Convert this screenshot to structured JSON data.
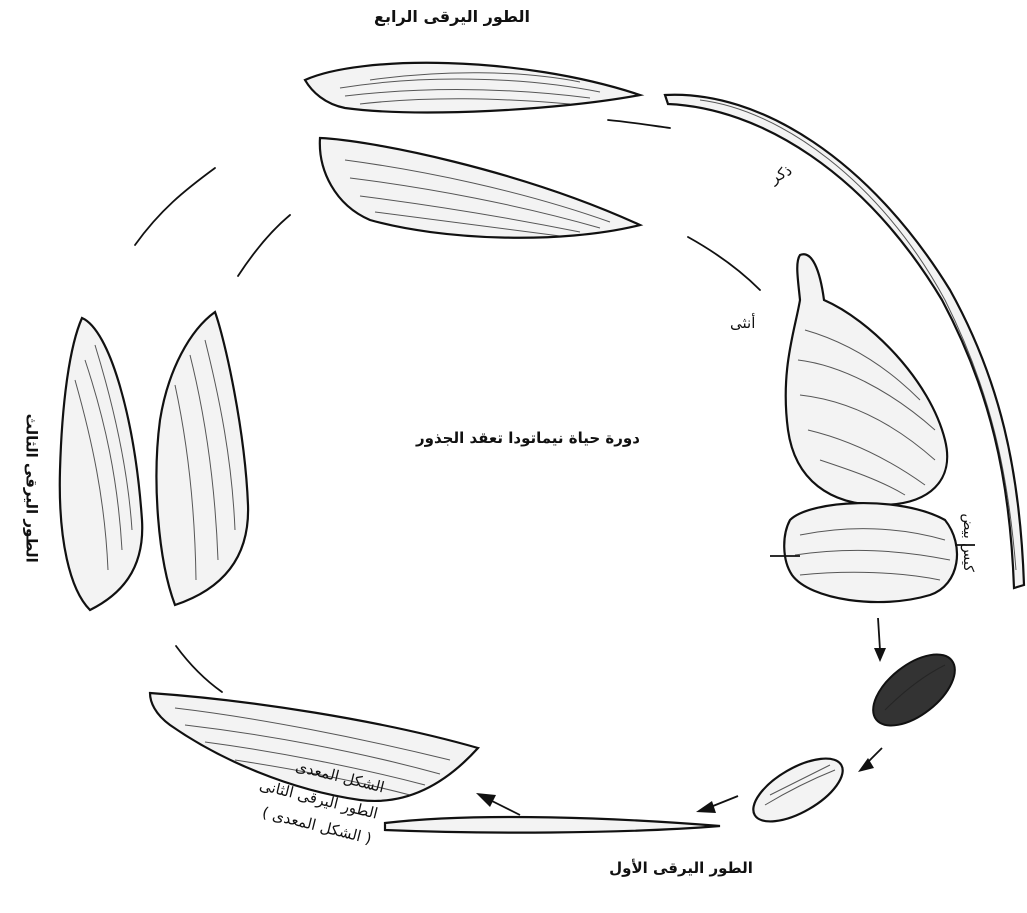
{
  "diagram": {
    "title": "دورة حياة نيماتودا تعقد الجذور",
    "labels": {
      "fourth_stage": "الطور اليرقى الرابع",
      "male": "ذكر",
      "female": "أنثى",
      "egg_sac": "كيس بيض",
      "first_stage": "الطور اليرقى الأول",
      "second_stage_line1": "الشكل المعدى",
      "second_stage_line2": "الطور اليرقى الثانى",
      "second_stage_line3": "( الشكل المعدى )",
      "third_stage": "الطور اليرقى الثالث"
    }
  }
}
